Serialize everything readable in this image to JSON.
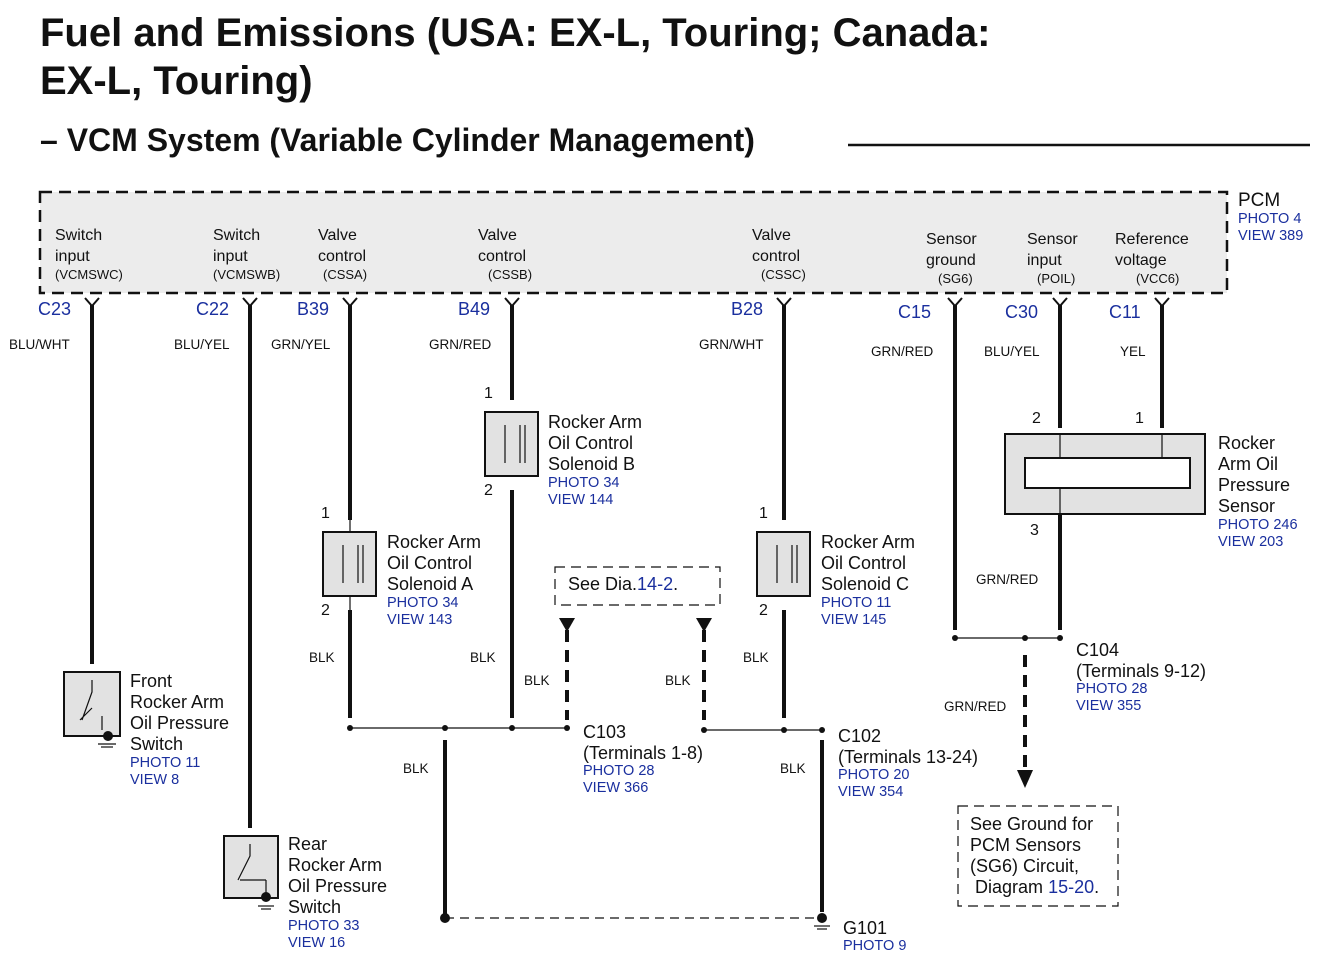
{
  "title": {
    "line1": "Fuel and Emissions (USA: EX-L, Touring; Canada:",
    "line2": "EX-L, Touring)",
    "subtitle": "– VCM System (Variable Cylinder Management)"
  },
  "pcm": {
    "name": "PCM",
    "photo": "PHOTO 4",
    "view": "VIEW 389",
    "pins": [
      {
        "label1": "Switch",
        "label2": "input",
        "signal": "(VCMSWC)",
        "terminal": "C23",
        "wire": "BLU/WHT"
      },
      {
        "label1": "Switch",
        "label2": "input",
        "signal": "(VCMSWB)",
        "terminal": "C22",
        "wire": "BLU/YEL"
      },
      {
        "label1": "Valve",
        "label2": "control",
        "signal": "(CSSA)",
        "terminal": "B39",
        "wire": "GRN/YEL"
      },
      {
        "label1": "Valve",
        "label2": "control",
        "signal": "(CSSB)",
        "terminal": "B49",
        "wire": "GRN/RED"
      },
      {
        "label1": "Valve",
        "label2": "control",
        "signal": "(CSSC)",
        "terminal": "B28",
        "wire": "GRN/WHT"
      },
      {
        "label1": "Sensor",
        "label2": "ground",
        "signal": "(SG6)",
        "terminal": "C15",
        "wire": "GRN/RED"
      },
      {
        "label1": "Sensor",
        "label2": "input",
        "signal": "(POIL)",
        "terminal": "C30",
        "wire": "BLU/YEL"
      },
      {
        "label1": "Reference",
        "label2": "voltage",
        "signal": "(VCC6)",
        "terminal": "C11",
        "wire": "YEL"
      }
    ]
  },
  "components": {
    "front_switch": {
      "l1": "Front",
      "l2": "Rocker Arm",
      "l3": "Oil Pressure",
      "l4": "Switch",
      "photo": "PHOTO 11",
      "view": "VIEW 8"
    },
    "rear_switch": {
      "l1": "Rear",
      "l2": "Rocker Arm",
      "l3": "Oil Pressure",
      "l4": "Switch",
      "photo": "PHOTO 33",
      "view": "VIEW 16"
    },
    "solenoid_a": {
      "l1": "Rocker Arm",
      "l2": "Oil Control",
      "l3": "Solenoid A",
      "photo": "PHOTO 34",
      "view": "VIEW 143",
      "pin_top": "1",
      "pin_bottom": "2"
    },
    "solenoid_b": {
      "l1": "Rocker Arm",
      "l2": "Oil Control",
      "l3": "Solenoid B",
      "photo": "PHOTO 34",
      "view": "VIEW 144",
      "pin_top": "1",
      "pin_bottom": "2"
    },
    "solenoid_c": {
      "l1": "Rocker Arm",
      "l2": "Oil Control",
      "l3": "Solenoid C",
      "photo": "PHOTO 11",
      "view": "VIEW 145",
      "pin_top": "1",
      "pin_bottom": "2"
    },
    "pressure_sensor": {
      "l1": "Rocker",
      "l2": "Arm Oil",
      "l3": "Pressure",
      "l4": "Sensor",
      "photo": "PHOTO 246",
      "view": "VIEW 203",
      "pin_left": "2",
      "pin_right": "1",
      "pin_bottom": "3"
    }
  },
  "wires": {
    "blk": "BLK",
    "grn_red": "GRN/RED"
  },
  "connectors": {
    "c103": {
      "name": "C103",
      "terms": "(Terminals 1-8)",
      "photo": "PHOTO 28",
      "view": "VIEW 366"
    },
    "c102": {
      "name": "C102",
      "terms": "(Terminals 13-24)",
      "photo": "PHOTO 20",
      "view": "VIEW 354"
    },
    "c104": {
      "name": "C104",
      "terms": "(Terminals 9-12)",
      "photo": "PHOTO 28",
      "view": "VIEW 355"
    },
    "g101": {
      "name": "G101",
      "photo": "PHOTO 9"
    }
  },
  "see_dia": {
    "text": "See Dia.",
    "ref": "14-2",
    "dot": "."
  },
  "see_ground": {
    "l1": "See Ground for",
    "l2": "PCM Sensors",
    "l3": "(SG6) Circuit,",
    "l4": "Diagram",
    "ref": "15-20",
    "dot": "."
  }
}
